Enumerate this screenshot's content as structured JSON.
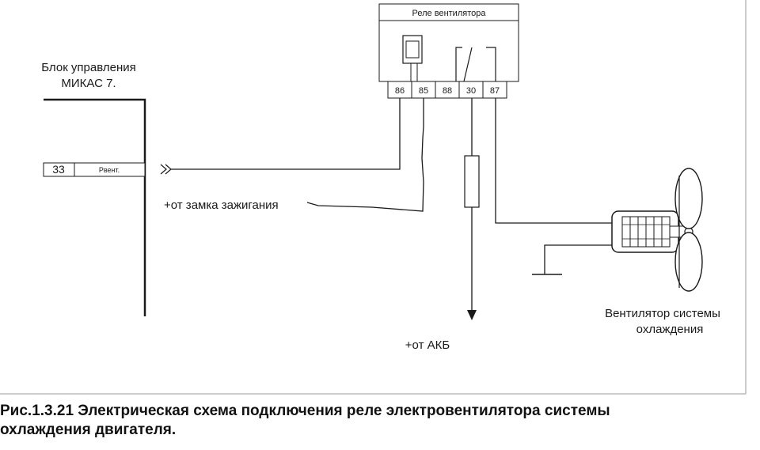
{
  "diagram": {
    "relay_title": "Реле вентилятора",
    "relay_pins": [
      "86",
      "85",
      "88",
      "30",
      "87"
    ],
    "ecu_label_line1": "Блок  управления",
    "ecu_label_line2": "МИКАС 7.",
    "ecu_pin_number": "33",
    "ecu_pin_name": "Рвент.",
    "ignition_label": "+от замка зажигания",
    "battery_label": "+от АКБ",
    "fan_label_line1": "Вентилятор  системы",
    "fan_label_line2": "охлаждения"
  },
  "caption": {
    "line1": "Рис.1.3.21 Электрическая схема подключения реле электровентилятора системы",
    "line2": "охлаждения двигателя."
  },
  "colors": {
    "ink": "#1a1a1a",
    "border": "#9a9a9a"
  }
}
